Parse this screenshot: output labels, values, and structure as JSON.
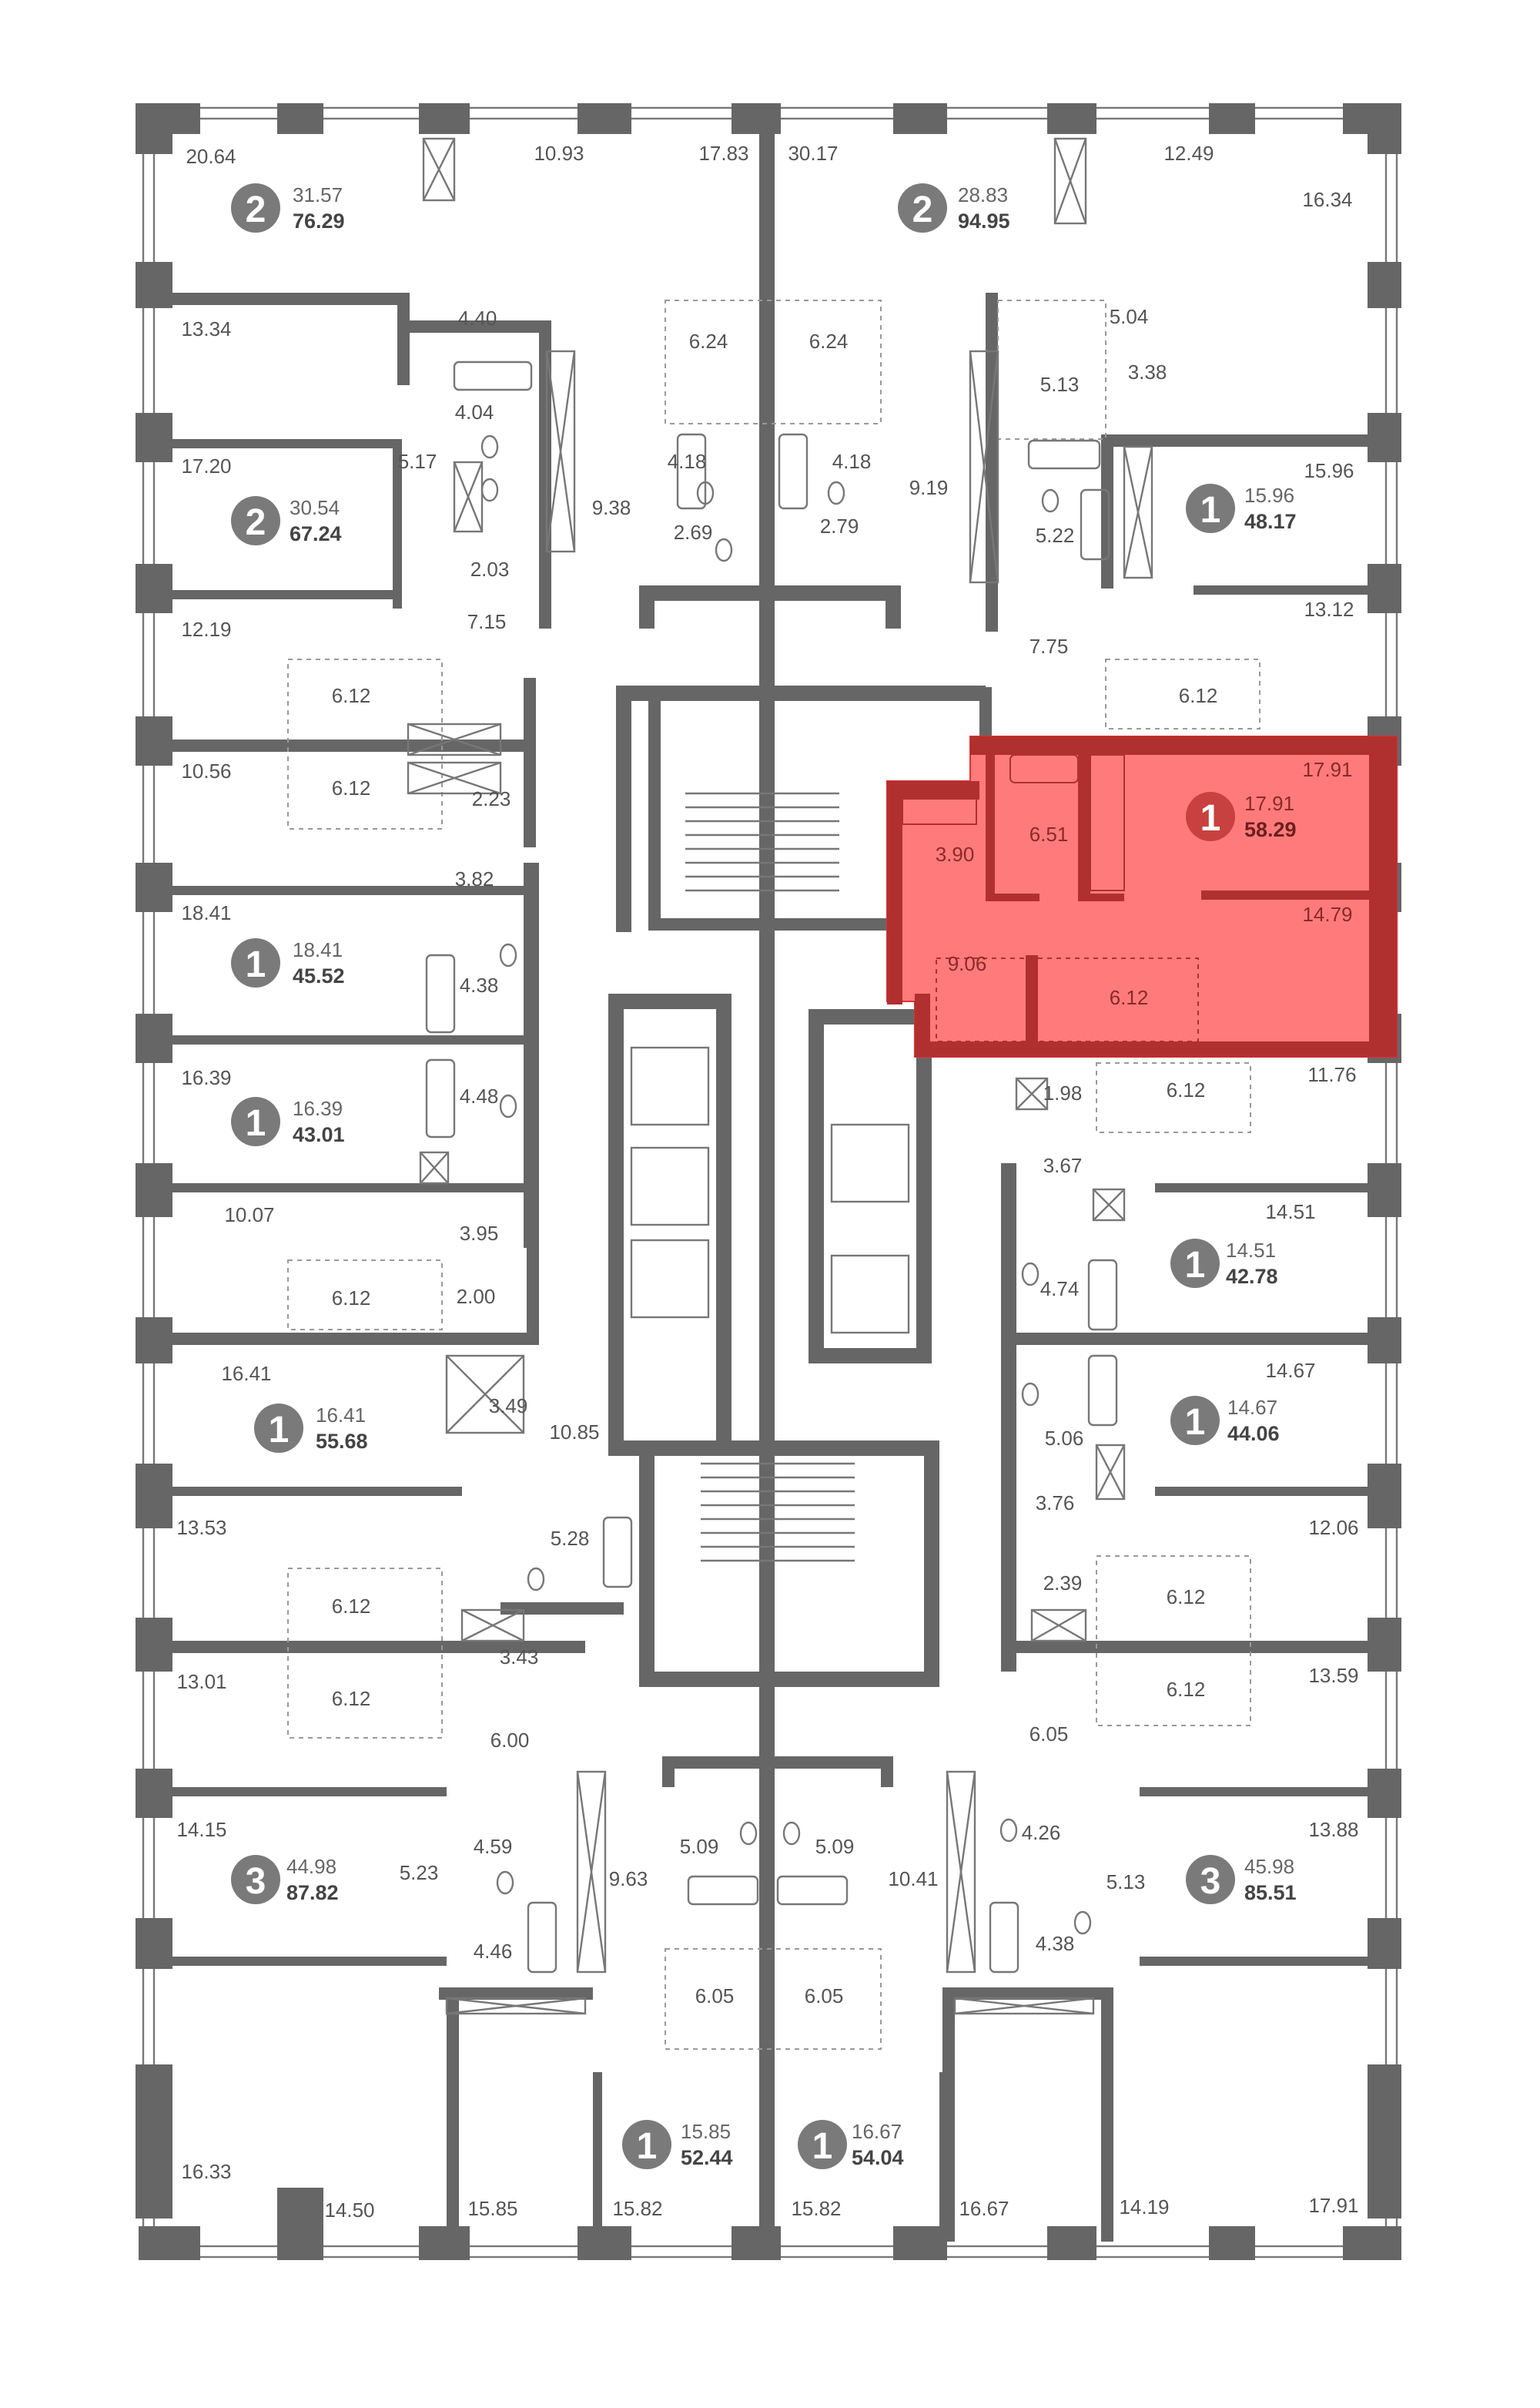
{
  "colors": {
    "wall": "#666666",
    "badge": "#7a7a7a",
    "highlight_fill": "#ff7b7b",
    "highlight_wall": "#b03030"
  },
  "selected_apartment": {
    "rooms": "1",
    "living": "17.91",
    "total": "58.29"
  },
  "apartments": [
    {
      "rooms": "2",
      "living": "31.57",
      "total": "76.29"
    },
    {
      "rooms": "2",
      "living": "28.83",
      "total": "94.95"
    },
    {
      "rooms": "2",
      "living": "30.54",
      "total": "67.24"
    },
    {
      "rooms": "1",
      "living": "15.96",
      "total": "48.17"
    },
    {
      "rooms": "1",
      "living": "18.41",
      "total": "45.52"
    },
    {
      "rooms": "1",
      "living": "16.39",
      "total": "43.01"
    },
    {
      "rooms": "1",
      "living": "14.51",
      "total": "42.78"
    },
    {
      "rooms": "1",
      "living": "16.41",
      "total": "55.68"
    },
    {
      "rooms": "1",
      "living": "14.67",
      "total": "44.06"
    },
    {
      "rooms": "3",
      "living": "44.98",
      "total": "87.82"
    },
    {
      "rooms": "3",
      "living": "45.98",
      "total": "85.51"
    },
    {
      "rooms": "1",
      "living": "15.85",
      "total": "52.44"
    },
    {
      "rooms": "1",
      "living": "16.67",
      "total": "54.04"
    }
  ],
  "room_areas": [
    "20.64",
    "10.93",
    "17.83",
    "30.17",
    "12.49",
    "16.34",
    "4.40",
    "5.04",
    "6.24",
    "6.24",
    "13.34",
    "4.04",
    "5.13",
    "3.38",
    "17.20",
    "5.17",
    "4.18",
    "4.18",
    "9.38",
    "9.19",
    "15.96",
    "2.69",
    "2.79",
    "5.22",
    "2.03",
    "7.15",
    "12.19",
    "13.12",
    "7.75",
    "6.12",
    "6.12",
    "10.56",
    "6.12",
    "2.23",
    "3.82",
    "18.41",
    "4.38",
    "16.39",
    "4.48",
    "1.98",
    "6.12",
    "11.76",
    "3.67",
    "10.07",
    "14.51",
    "3.95",
    "6.12",
    "2.00",
    "4.74",
    "16.41",
    "14.67",
    "3.49",
    "10.85",
    "5.06",
    "3.76",
    "13.53",
    "5.28",
    "12.06",
    "6.12",
    "2.39",
    "6.12",
    "3.43",
    "13.01",
    "13.59",
    "6.12",
    "6.12",
    "6.00",
    "6.05",
    "5.09",
    "5.09",
    "14.15",
    "4.59",
    "4.26",
    "13.88",
    "5.23",
    "9.63",
    "10.41",
    "5.13",
    "4.46",
    "4.38",
    "6.05",
    "6.05",
    "16.33",
    "14.50",
    "15.85",
    "15.82",
    "15.82",
    "16.67",
    "14.19",
    "17.91"
  ],
  "selected_room_areas": [
    "17.91",
    "6.51",
    "3.90",
    "14.79",
    "9.06",
    "6.12"
  ]
}
